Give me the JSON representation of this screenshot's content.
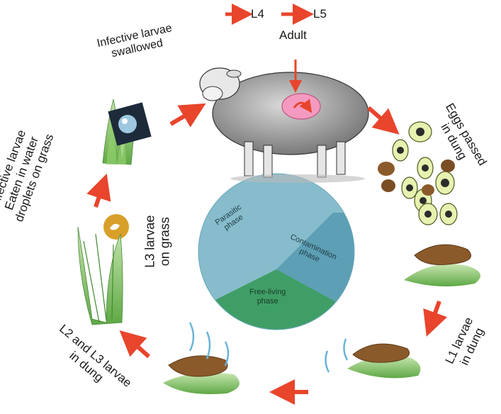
{
  "labels": {
    "l4": "L4",
    "l5": "L5",
    "adult": "Adult",
    "swallowed_line1": "Infective larvae",
    "swallowed_line2": "swallowed",
    "eggs_line1": "Eggs passed",
    "eggs_line2": "in dung",
    "eaten_line1": "Infective larvae",
    "eaten_line2": "Eaten in water",
    "eaten_line3": "droplets on grass",
    "l3grass_line1": "L3 larvae",
    "l3grass_line2": "on grass",
    "l1_line1": "L1 larvae",
    "l1_line2": "in dung",
    "l2l3_line1": "L2 and L3 larvae",
    "l2l3_line2": "in dung"
  },
  "phases": {
    "parasitic_line1": "Parasitic",
    "parasitic_line2": "phase",
    "contamination_line1": "Contamination",
    "contamination_line2": "phase",
    "freeliving_line1": "Free-living",
    "freeliving_line2": "phase"
  },
  "colors": {
    "arrow": "#e8452c",
    "parasitic": "#86bccb",
    "contamination": "#5d9fb4",
    "freeliving": "#3f9e66",
    "dung": "#8b5a2b",
    "grass": "#7fbf5a",
    "stomach": "#f49ac1"
  },
  "icons": [
    "sheep-illustration",
    "stomach-icon",
    "egg-icon",
    "dung-icon",
    "grass-icon",
    "water-droplet-icon",
    "larva-icon"
  ]
}
